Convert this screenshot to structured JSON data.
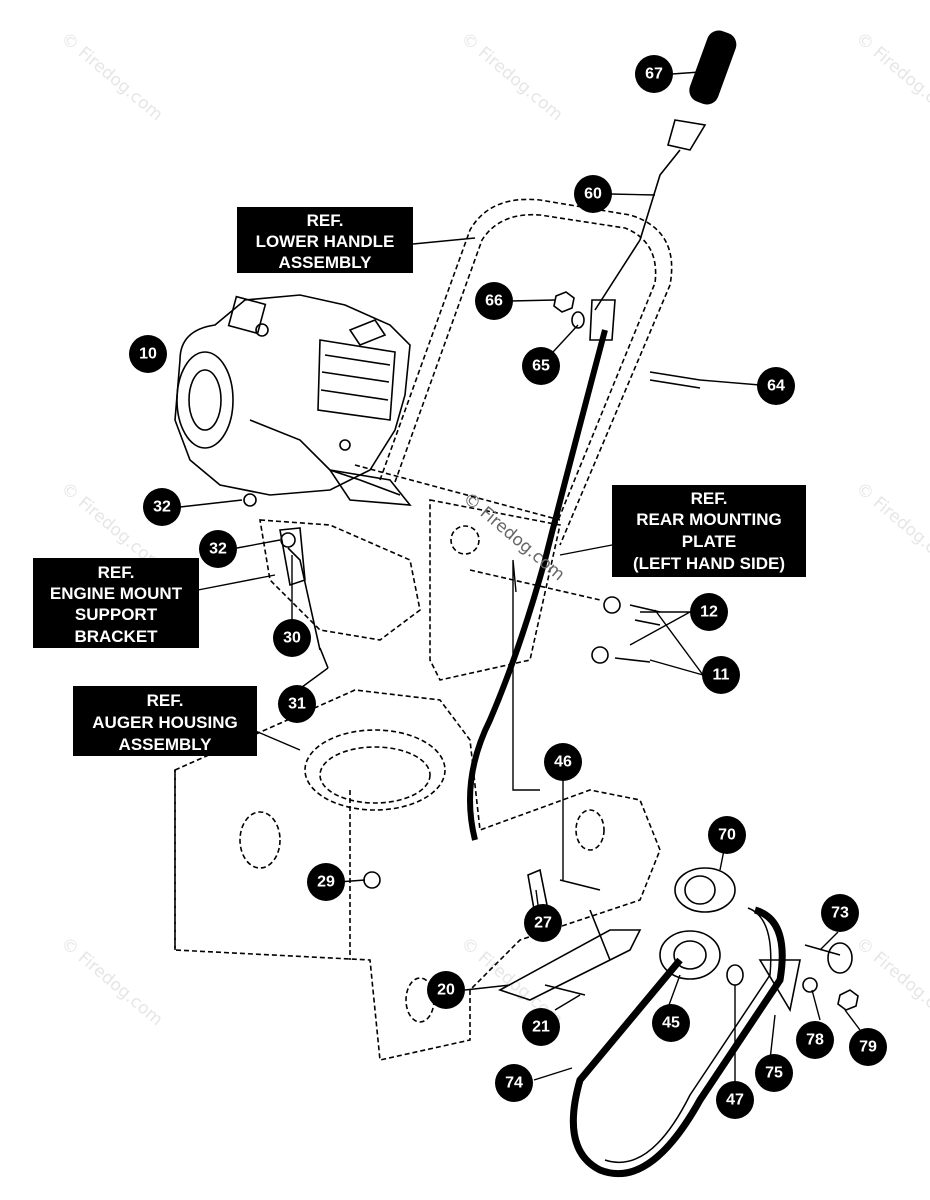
{
  "watermark": "© Firedog.com",
  "ref_labels": [
    {
      "id": "lower-handle-assembly",
      "lines": [
        "REF.",
        "LOWER HANDLE",
        "ASSEMBLY"
      ]
    },
    {
      "id": "rear-mounting-plate",
      "lines": [
        "REF.",
        "REAR MOUNTING",
        "PLATE",
        "(LEFT HAND SIDE)"
      ]
    },
    {
      "id": "engine-mount-support-bracket",
      "lines": [
        "REF.",
        "ENGINE MOUNT",
        "SUPPORT",
        "BRACKET"
      ]
    },
    {
      "id": "auger-housing-assembly",
      "lines": [
        "REF.",
        "AUGER HOUSING",
        "ASSEMBLY"
      ]
    }
  ],
  "callouts": [
    "67",
    "60",
    "66",
    "65",
    "64",
    "10",
    "32",
    "32",
    "30",
    "31",
    "12",
    "11",
    "46",
    "70",
    "29",
    "27",
    "73",
    "20",
    "21",
    "45",
    "78",
    "79",
    "74",
    "47",
    "75"
  ]
}
